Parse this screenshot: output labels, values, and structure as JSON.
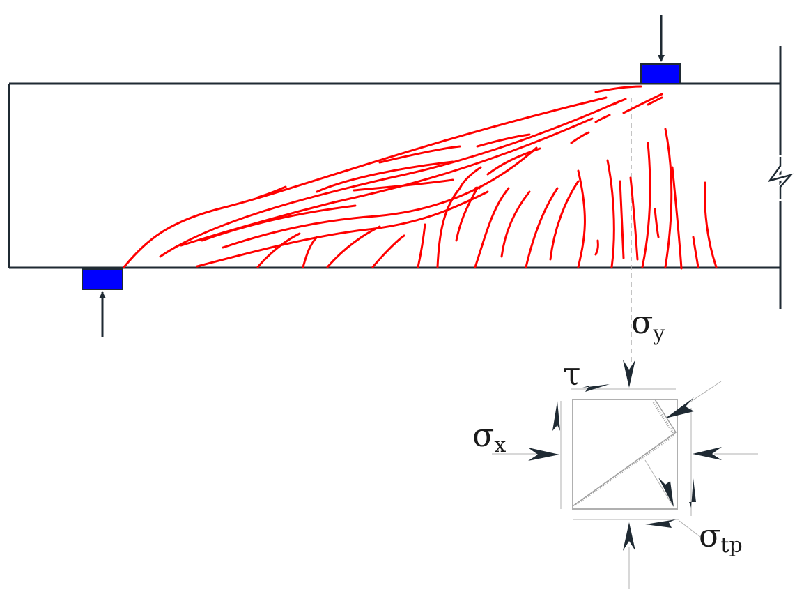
{
  "labels": {
    "sigma_y": {
      "symbol": "σ",
      "sub": "y"
    },
    "tau": {
      "symbol": "τ"
    },
    "sigma_x": {
      "symbol": "σ",
      "sub": "x"
    },
    "sigma_tp": {
      "symbol": "σ",
      "sub": "tp"
    }
  },
  "colors": {
    "beam_outline": "#1f2a33",
    "cracks": "#ff0000",
    "bearing_plates": "#0000ff",
    "arrows": "#1f2a33",
    "guide_lines": "#b0b0b0"
  },
  "icons": {
    "load_arrow": "arrow-down-icon",
    "reaction_arrow": "arrow-up-icon",
    "break_mark": "zigzag-break-icon"
  }
}
